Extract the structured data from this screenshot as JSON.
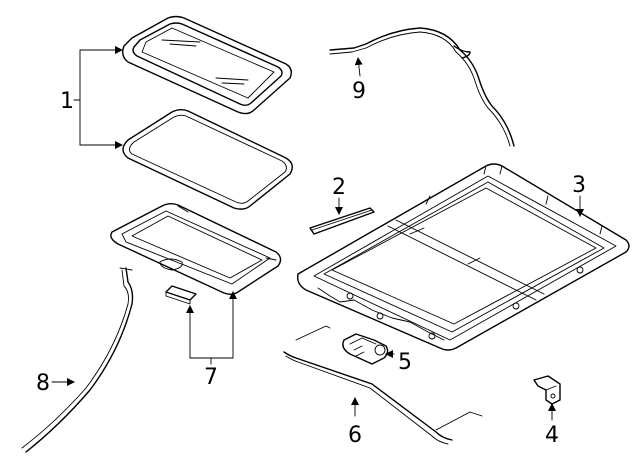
{
  "diagram": {
    "type": "exploded parts diagram",
    "callouts": [
      {
        "id": "1",
        "label": "1"
      },
      {
        "id": "2",
        "label": "2"
      },
      {
        "id": "3",
        "label": "3"
      },
      {
        "id": "4",
        "label": "4"
      },
      {
        "id": "5",
        "label": "5"
      },
      {
        "id": "6",
        "label": "6"
      },
      {
        "id": "7",
        "label": "7"
      },
      {
        "id": "8",
        "label": "8"
      },
      {
        "id": "9",
        "label": "9"
      }
    ]
  },
  "colors": {
    "line": "#000000",
    "background": "#ffffff"
  }
}
